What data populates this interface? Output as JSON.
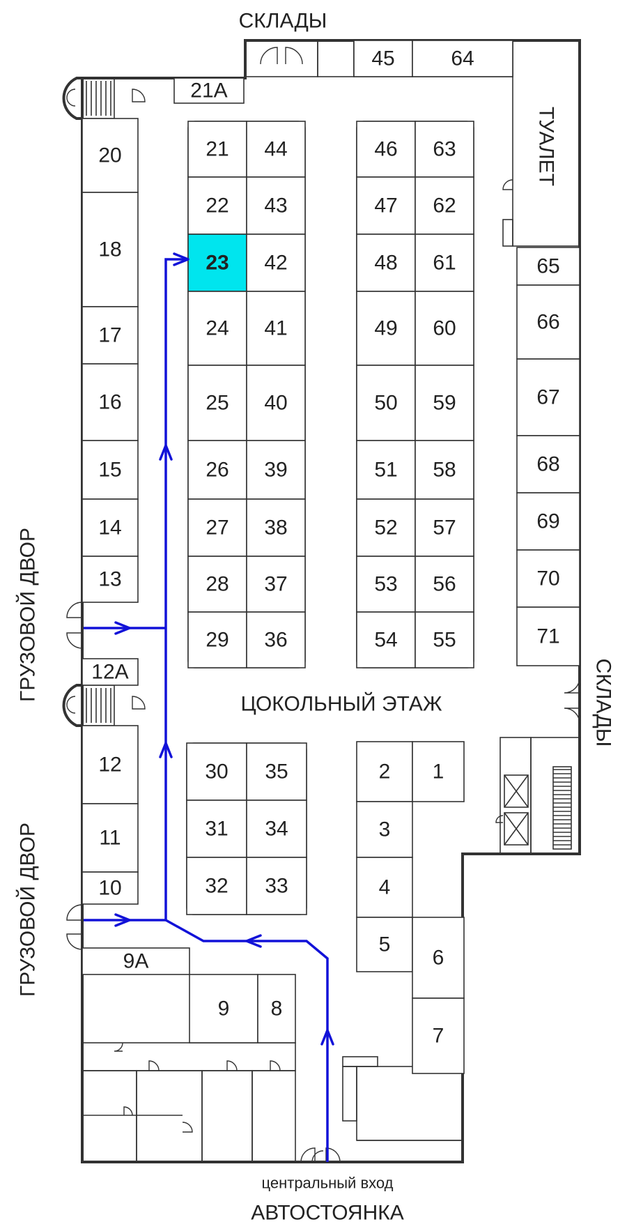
{
  "labels": {
    "top_warehouse": "СКЛАДЫ",
    "right_warehouse": "СКЛАДЫ",
    "toilet": "ТУАЛЕТ",
    "cargo_yard_upper": "ГРУЗОВОЙ ДВОР",
    "cargo_yard_lower": "ГРУЗОВОЙ ДВОР",
    "floor_name": "ЦОКОЛЬНЫЙ ЭТАЖ",
    "central_entrance": "центральный вход",
    "parking": "АВТОСТОЯНКА"
  },
  "highlighted_unit": "23",
  "colors": {
    "highlight": "#00e5ee",
    "route": "#1212d8"
  },
  "units": [
    {
      "id": "21A",
      "label": "21A"
    },
    {
      "id": "45",
      "label": "45"
    },
    {
      "id": "64",
      "label": "64"
    },
    {
      "id": "20",
      "label": "20"
    },
    {
      "id": "18",
      "label": "18"
    },
    {
      "id": "17",
      "label": "17"
    },
    {
      "id": "16",
      "label": "16"
    },
    {
      "id": "15",
      "label": "15"
    },
    {
      "id": "14",
      "label": "14"
    },
    {
      "id": "13",
      "label": "13"
    },
    {
      "id": "12A",
      "label": "12A"
    },
    {
      "id": "12",
      "label": "12"
    },
    {
      "id": "11",
      "label": "11"
    },
    {
      "id": "10",
      "label": "10"
    },
    {
      "id": "9A",
      "label": "9A"
    },
    {
      "id": "9",
      "label": "9"
    },
    {
      "id": "8",
      "label": "8"
    },
    {
      "id": "21",
      "label": "21"
    },
    {
      "id": "44",
      "label": "44"
    },
    {
      "id": "22",
      "label": "22"
    },
    {
      "id": "43",
      "label": "43"
    },
    {
      "id": "23",
      "label": "23"
    },
    {
      "id": "42",
      "label": "42"
    },
    {
      "id": "24",
      "label": "24"
    },
    {
      "id": "41",
      "label": "41"
    },
    {
      "id": "25",
      "label": "25"
    },
    {
      "id": "40",
      "label": "40"
    },
    {
      "id": "26",
      "label": "26"
    },
    {
      "id": "39",
      "label": "39"
    },
    {
      "id": "27",
      "label": "27"
    },
    {
      "id": "38",
      "label": "38"
    },
    {
      "id": "28",
      "label": "28"
    },
    {
      "id": "37",
      "label": "37"
    },
    {
      "id": "29",
      "label": "29"
    },
    {
      "id": "36",
      "label": "36"
    },
    {
      "id": "46",
      "label": "46"
    },
    {
      "id": "63",
      "label": "63"
    },
    {
      "id": "47",
      "label": "47"
    },
    {
      "id": "62",
      "label": "62"
    },
    {
      "id": "48",
      "label": "48"
    },
    {
      "id": "61",
      "label": "61"
    },
    {
      "id": "49",
      "label": "49"
    },
    {
      "id": "60",
      "label": "60"
    },
    {
      "id": "50",
      "label": "50"
    },
    {
      "id": "59",
      "label": "59"
    },
    {
      "id": "51",
      "label": "51"
    },
    {
      "id": "58",
      "label": "58"
    },
    {
      "id": "52",
      "label": "52"
    },
    {
      "id": "57",
      "label": "57"
    },
    {
      "id": "53",
      "label": "53"
    },
    {
      "id": "56",
      "label": "56"
    },
    {
      "id": "54",
      "label": "54"
    },
    {
      "id": "55",
      "label": "55"
    },
    {
      "id": "65",
      "label": "65"
    },
    {
      "id": "66",
      "label": "66"
    },
    {
      "id": "67",
      "label": "67"
    },
    {
      "id": "68",
      "label": "68"
    },
    {
      "id": "69",
      "label": "69"
    },
    {
      "id": "70",
      "label": "70"
    },
    {
      "id": "71",
      "label": "71"
    },
    {
      "id": "30",
      "label": "30"
    },
    {
      "id": "35",
      "label": "35"
    },
    {
      "id": "31",
      "label": "31"
    },
    {
      "id": "34",
      "label": "34"
    },
    {
      "id": "32",
      "label": "32"
    },
    {
      "id": "33",
      "label": "33"
    },
    {
      "id": "2",
      "label": "2"
    },
    {
      "id": "1",
      "label": "1"
    },
    {
      "id": "3",
      "label": "3"
    },
    {
      "id": "4",
      "label": "4"
    },
    {
      "id": "5",
      "label": "5"
    },
    {
      "id": "6",
      "label": "6"
    },
    {
      "id": "7",
      "label": "7"
    }
  ]
}
